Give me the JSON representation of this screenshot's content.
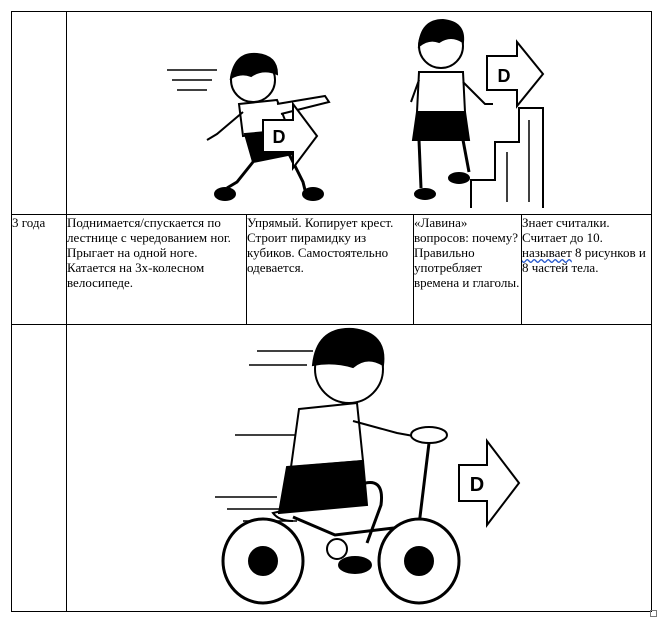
{
  "row": {
    "age": "3 года",
    "motor": "Поднимается/спускается по лестнице с чередованием ног. Прыгает на одной ноге. Катается на 3х-колесном велосипеде.",
    "adaptive": "Упрямый. Копирует крест. Строит пирамидку из кубиков. Самостоятельно одевается.",
    "speech": "«Лавина» вопросов: почему? Правильно употребляет времена и глаголы.",
    "cognitive_before": "Знает считалки. Считает до 10. ",
    "cognitive_underlined": "называет",
    "cognitive_after": " 8 рисунков и  8 частей тела."
  },
  "figures": {
    "arrow_letter": "D",
    "arrow_icon": "right-arrow-icon"
  }
}
